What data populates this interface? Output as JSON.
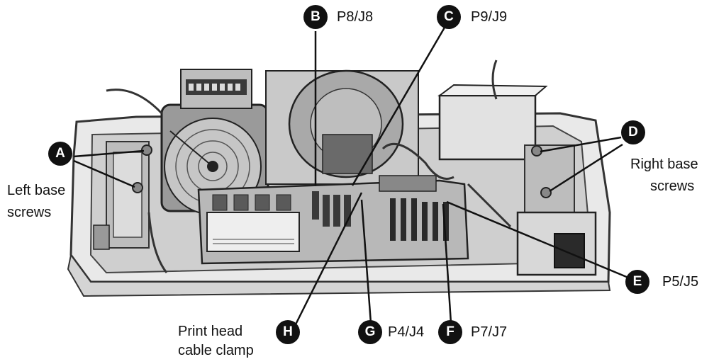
{
  "callouts": [
    {
      "letter": "A",
      "text": [
        "Left base",
        "screws"
      ]
    },
    {
      "letter": "B",
      "text": [
        "P8/J8"
      ]
    },
    {
      "letter": "C",
      "text": [
        "P9/J9"
      ]
    },
    {
      "letter": "D",
      "text": [
        "Right base",
        "screws"
      ]
    },
    {
      "letter": "E",
      "text": [
        "P5/J5"
      ]
    },
    {
      "letter": "F",
      "text": [
        "P7/J7"
      ]
    },
    {
      "letter": "G",
      "text": [
        "P4/J4"
      ]
    },
    {
      "letter": "H",
      "text": [
        "Print head",
        "cable clamp"
      ]
    }
  ],
  "colors": {
    "ink": "#111111",
    "line_gray": "#555555",
    "shade": "#b8b8b8",
    "dark": "#2a2a2a"
  }
}
